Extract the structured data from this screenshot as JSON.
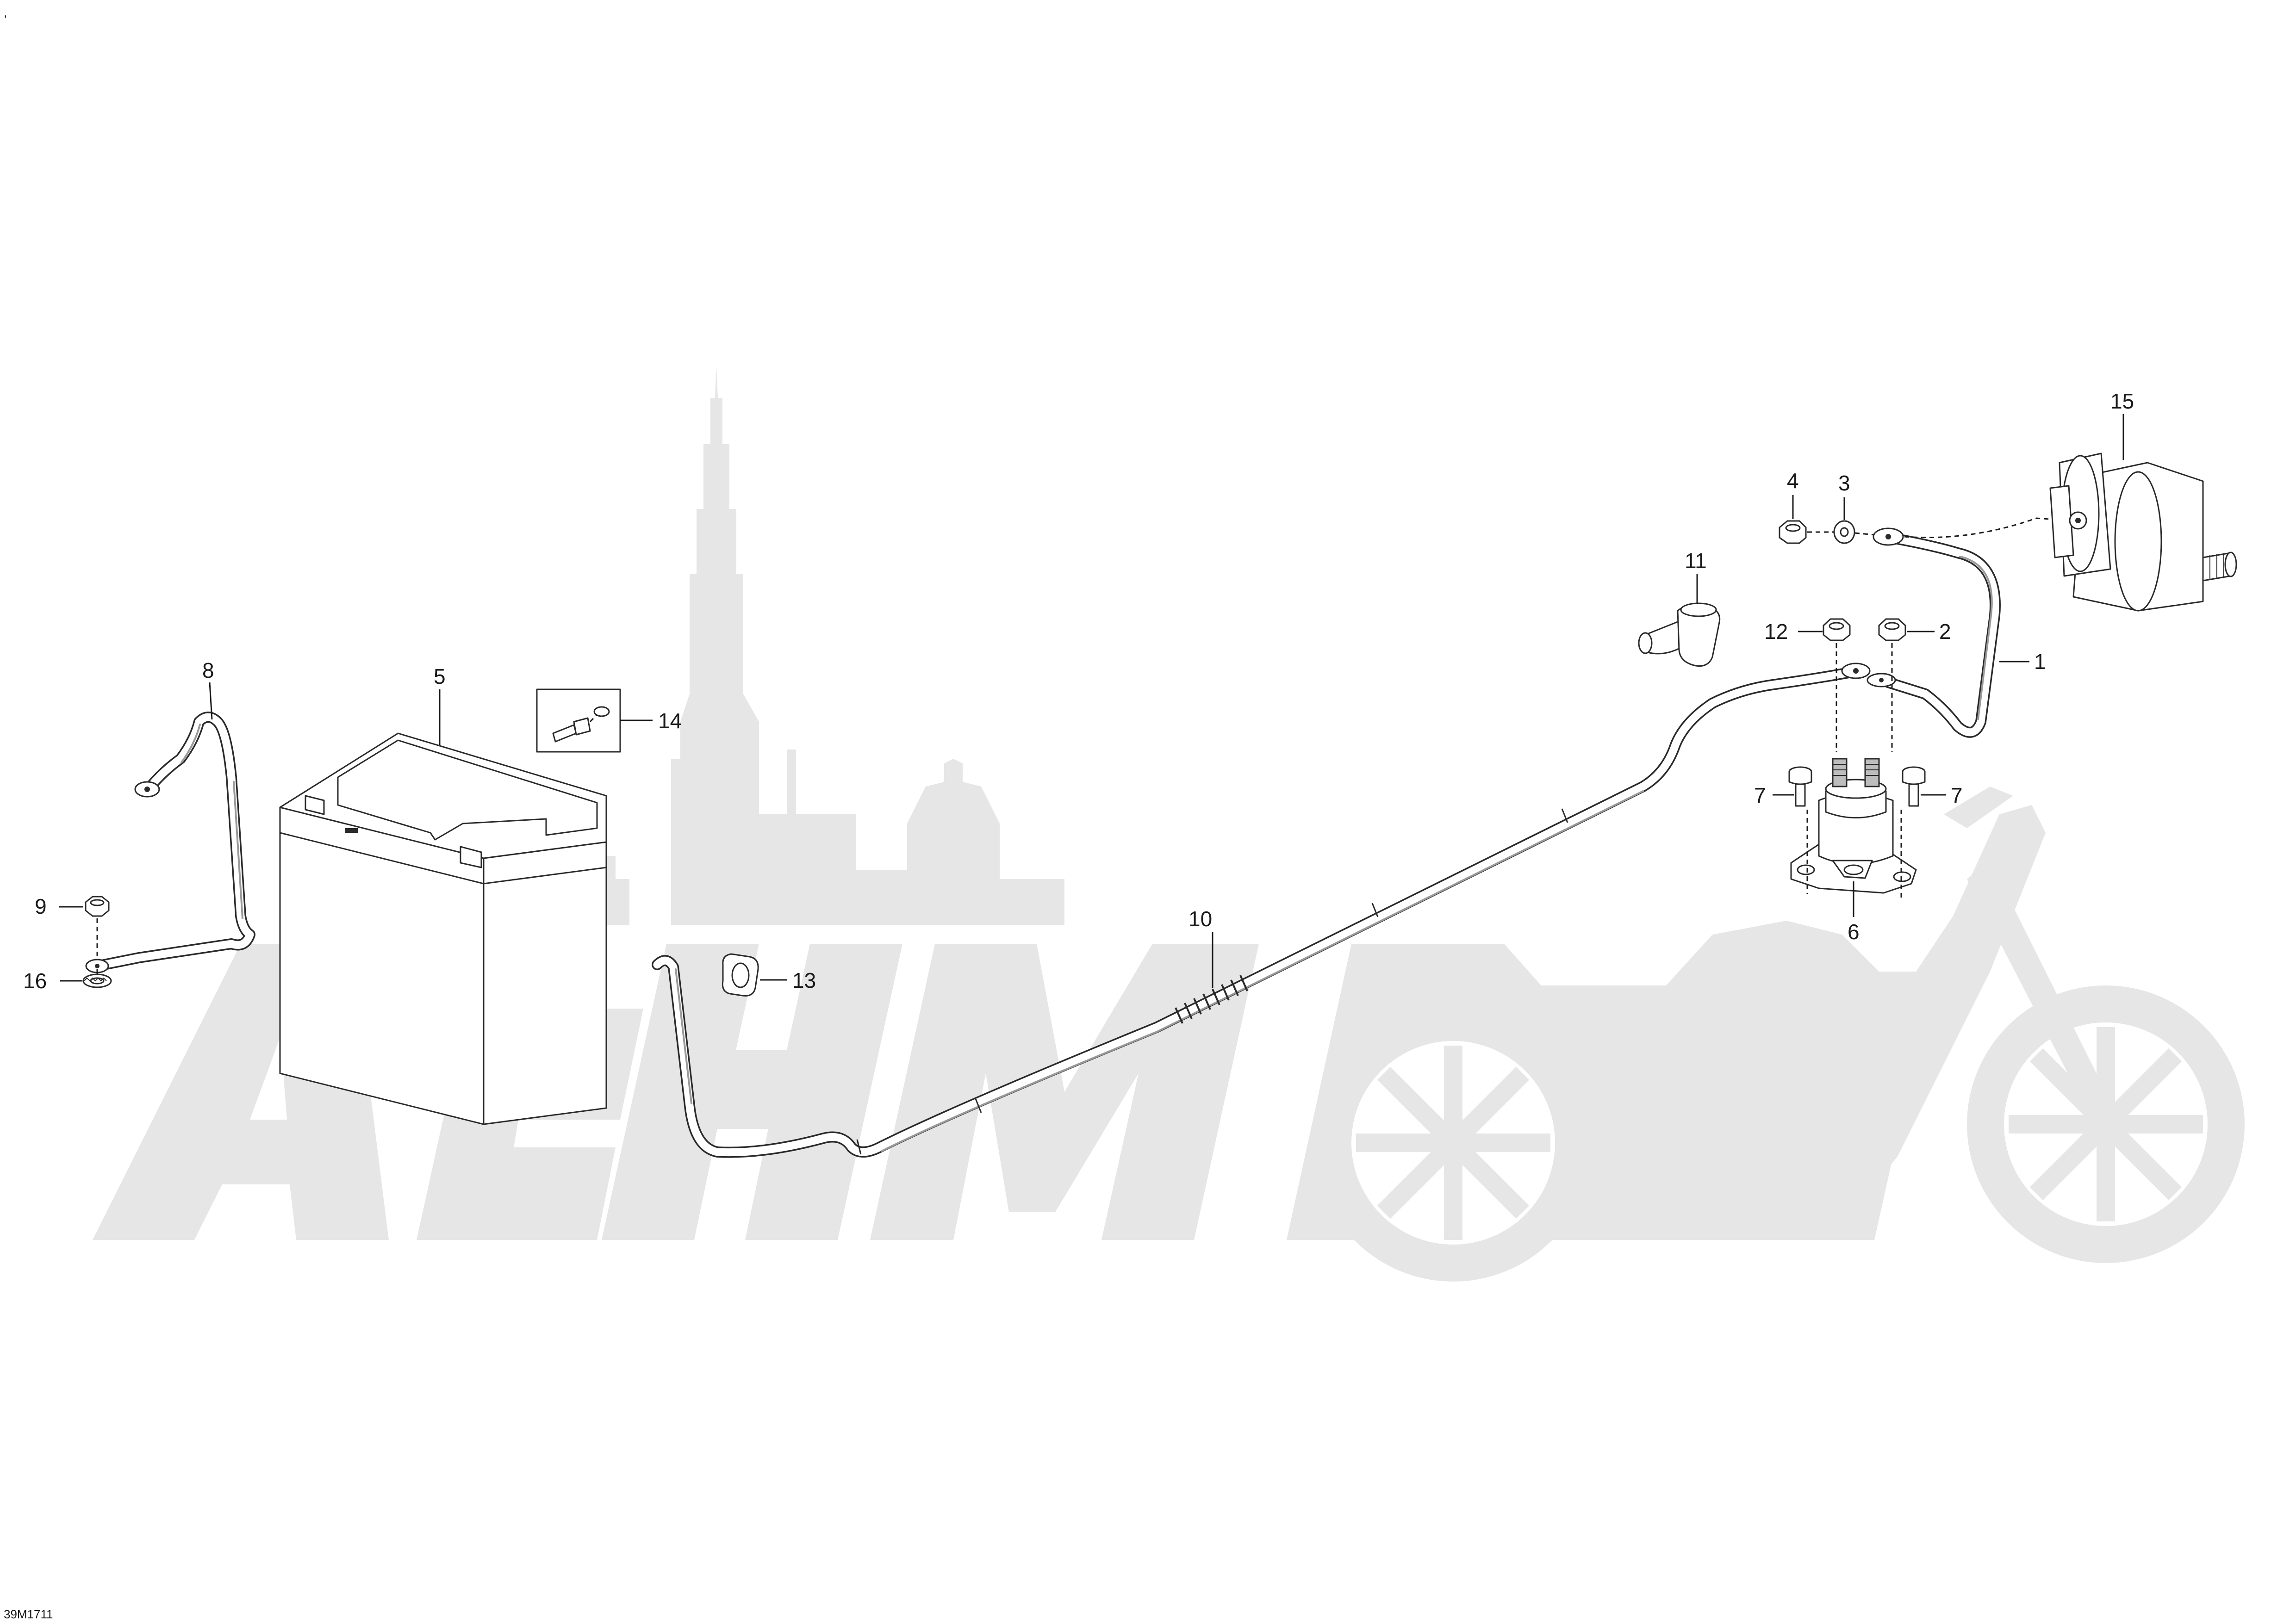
{
  "corner_mark": ",",
  "drawing_id": "39M1711",
  "watermark": {
    "text": "AeHMomo"
  },
  "callouts": [
    {
      "id": "1",
      "label": "1",
      "part": "starter cable"
    },
    {
      "id": "2",
      "label": "2",
      "part": "nut"
    },
    {
      "id": "3",
      "label": "3",
      "part": "washer"
    },
    {
      "id": "4",
      "label": "4",
      "part": "nut"
    },
    {
      "id": "5",
      "label": "5",
      "part": "battery"
    },
    {
      "id": "6",
      "label": "6",
      "part": "starter solenoid"
    },
    {
      "id": "7a",
      "label": "7",
      "part": "screw"
    },
    {
      "id": "7b",
      "label": "7",
      "part": "screw"
    },
    {
      "id": "8",
      "label": "8",
      "part": "ground cable"
    },
    {
      "id": "9",
      "label": "9",
      "part": "nut"
    },
    {
      "id": "10",
      "label": "10",
      "part": "battery cable"
    },
    {
      "id": "11",
      "label": "11",
      "part": "terminal cap"
    },
    {
      "id": "12",
      "label": "12",
      "part": "nut"
    },
    {
      "id": "13",
      "label": "13",
      "part": "cable boot"
    },
    {
      "id": "14",
      "label": "14",
      "part": "screw and nut kit"
    },
    {
      "id": "15",
      "label": "15",
      "part": "electric starter"
    },
    {
      "id": "16",
      "label": "16",
      "part": "lock washer"
    }
  ],
  "colors": {
    "line": "#2a2a2a",
    "watermark": "#e6e6e6",
    "background": "#ffffff"
  }
}
